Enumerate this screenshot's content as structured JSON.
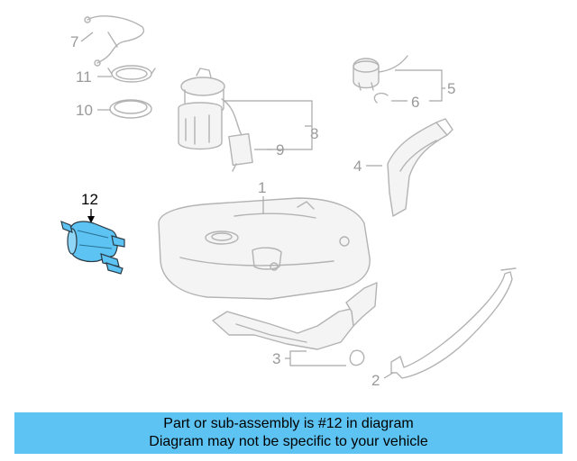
{
  "callouts": {
    "c1": "1",
    "c2": "2",
    "c3": "3",
    "c4": "4",
    "c5": "5",
    "c6": "6",
    "c7": "7",
    "c8": "8",
    "c9": "9",
    "c10": "10",
    "c11": "11",
    "c12": "12"
  },
  "highlight_color": "#5cc3f2",
  "banner": {
    "line1": "Part or sub-assembly is #12 in diagram",
    "line2": "Diagram may not be specific to your vehicle"
  }
}
